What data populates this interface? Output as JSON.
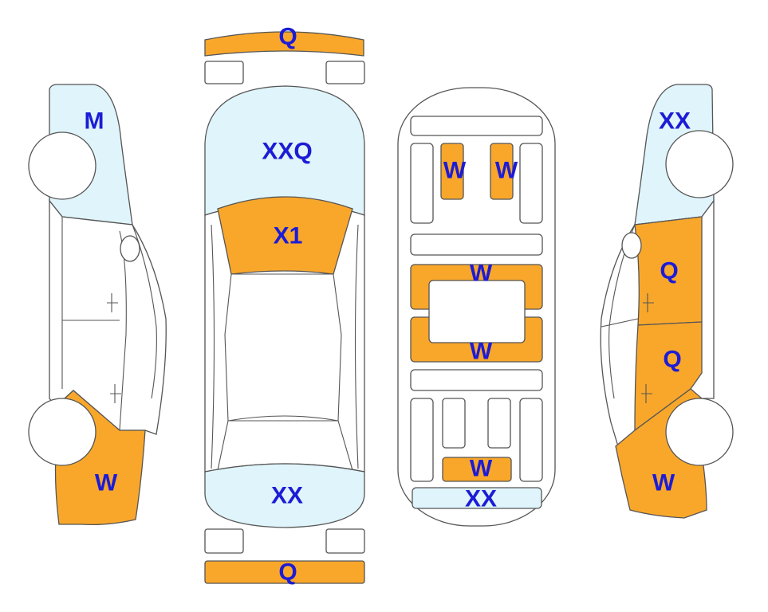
{
  "colors": {
    "marked": "#f9a72b",
    "light": "#dff4fb",
    "plain": "#ffffff",
    "outline": "#555555",
    "label": "#1c1cd6"
  },
  "left_view": {
    "roof_code": "M",
    "rear_code": "W"
  },
  "top_view": {
    "front_bumper_code": "Q",
    "hood_code": "XXQ",
    "windshield_code": "X1",
    "trunk_code": "XX",
    "rear_bumper_code": "Q"
  },
  "under_view": {
    "front_left_code": "W",
    "front_right_code": "W",
    "mid_upper_code": "W",
    "mid_lower_code": "W",
    "rear_code": "W",
    "rear_bumper_code": "XX"
  },
  "right_view": {
    "roof_code": "XX",
    "front_door_code": "Q",
    "rear_door_code": "Q",
    "rear_code": "W"
  }
}
